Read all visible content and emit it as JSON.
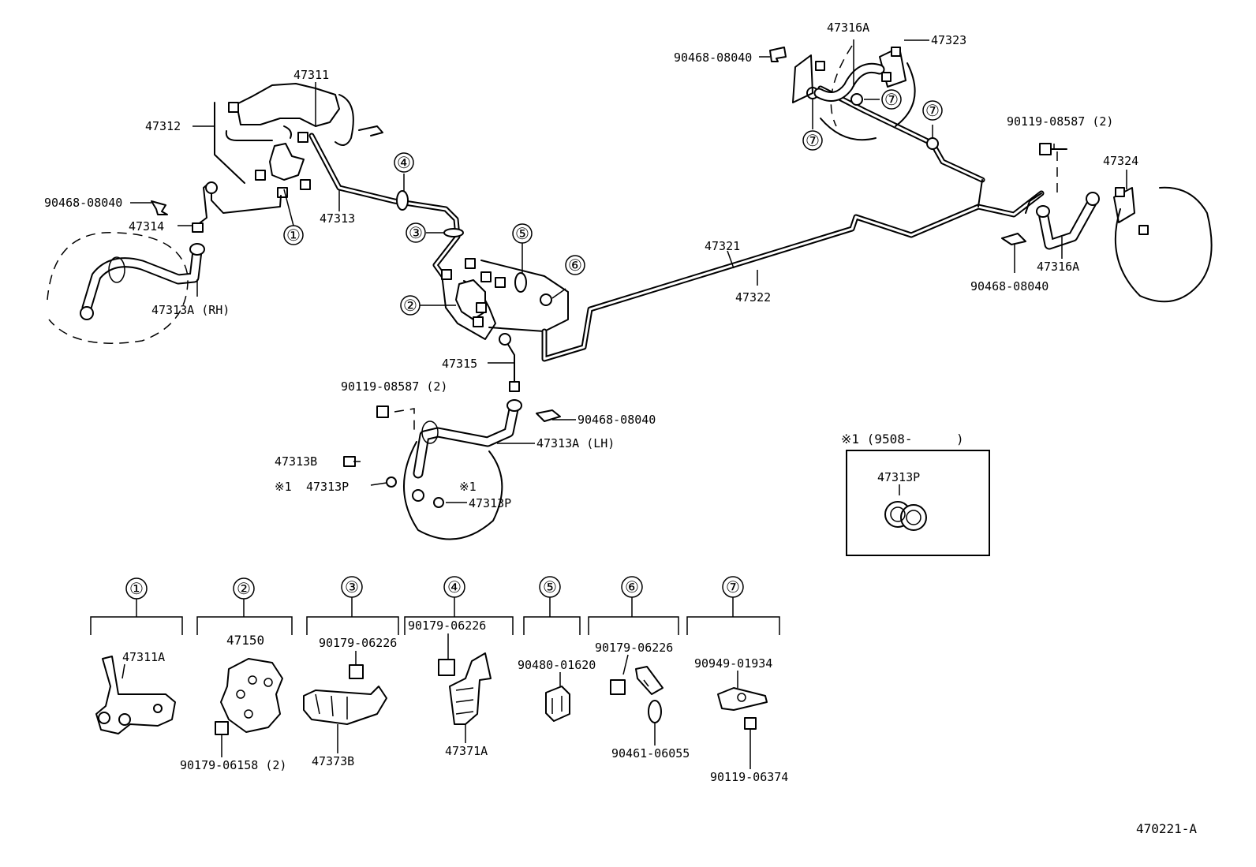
{
  "labels": {
    "p47311": "47311",
    "p47312": "47312",
    "p90468_left": "90468-08040",
    "p47314": "47314",
    "p47313": "47313",
    "p47313A_rh": "47313A (RH)",
    "p47315": "47315",
    "p90119_mid": "90119-08587 (2)",
    "p90468_mid": "90468-08040",
    "p47313A_lh": "47313A (LH)",
    "p47313B": "47313B",
    "p47313P_left": "47313P",
    "p47313P_right": "47313P",
    "mark_left": "※1",
    "mark_right": "※1",
    "p47321": "47321",
    "p47322": "47322",
    "p47316A_top": "47316A",
    "p47323": "47323",
    "p90468_top": "90468-08040",
    "p90119_right": "90119-08587 (2)",
    "p47324": "47324",
    "p47316A_right": "47316A",
    "p90468_right": "90468-08040"
  },
  "callouts": [
    "①",
    "②",
    "③",
    "④",
    "⑤",
    "⑥",
    "⑦"
  ],
  "inset": {
    "heading": "※1 (9508-",
    "heading_close": ")",
    "part": "47313P"
  },
  "details": {
    "g1": {
      "parts": [
        "47311A"
      ]
    },
    "g2": {
      "parts": [
        "47150",
        "90179-06158 (2)"
      ]
    },
    "g3": {
      "parts": [
        "90179-06226",
        "47373B"
      ]
    },
    "g4": {
      "parts": [
        "90179-06226",
        "47371A"
      ]
    },
    "g5": {
      "parts": [
        "90480-01620"
      ]
    },
    "g6": {
      "parts": [
        "90179-06226",
        "90461-06055"
      ]
    },
    "g7": {
      "parts": [
        "90949-01934",
        "90119-06374"
      ]
    }
  },
  "figure_id": "470221-A"
}
